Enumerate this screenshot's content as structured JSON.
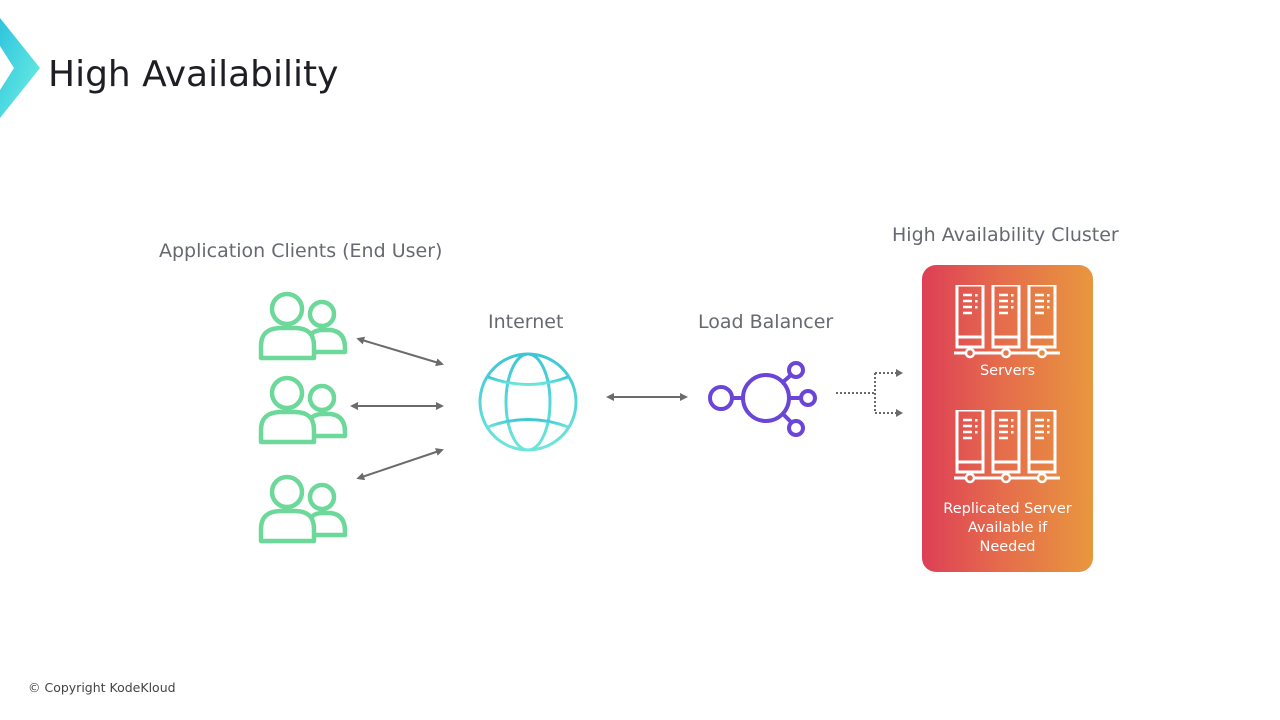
{
  "title": "High Availability",
  "footer": "© Copyright KodeKloud",
  "labels": {
    "clients": "Application Clients (End User)",
    "internet": "Internet",
    "load_balancer": "Load Balancer",
    "cluster": "High Availability Cluster"
  },
  "cluster": {
    "servers_label": "Servers",
    "replica_label_lines": [
      "Replicated Server",
      "Available if",
      "Needed"
    ]
  },
  "icons": {
    "logo": "chevron-logo-icon",
    "users": "users-group-icon",
    "globe": "globe-icon",
    "load_balancer": "hub-network-icon",
    "servers": "server-rack-icon"
  },
  "colors": {
    "users": "#6cd89a",
    "globe": "#4fd4d8",
    "load_balancer": "#6a45d8",
    "cluster_gradient_start": "#dd3f56",
    "cluster_gradient_end": "#e8973e",
    "arrows": "#6b6b6b"
  }
}
